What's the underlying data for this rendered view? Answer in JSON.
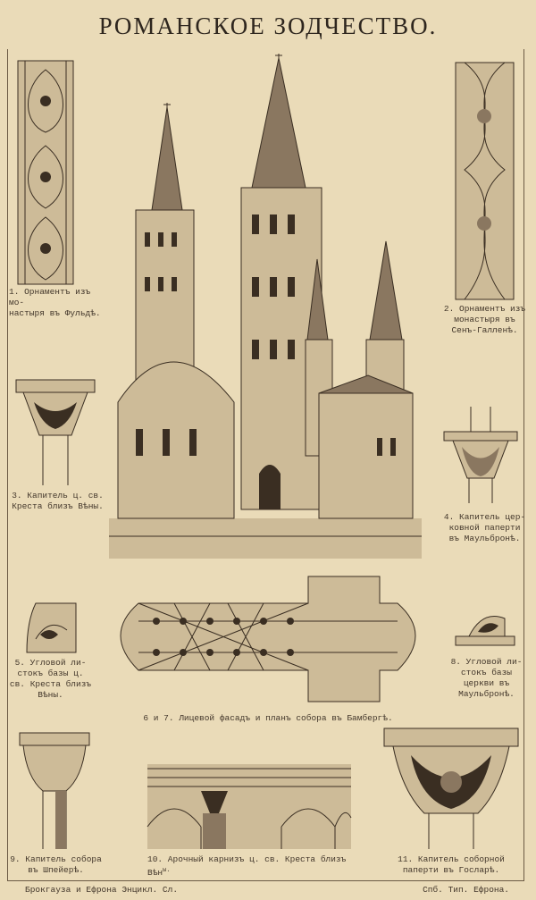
{
  "title": "РОМАНСКОЕ ЗОДЧЕСТВО.",
  "figures": [
    {
      "caption_lines": [
        "1. Орнаментъ изъ мо-",
        "настыря въ Фульдѣ."
      ]
    },
    {
      "caption_lines": [
        "2. Орнаментъ изъ",
        "монастыря въ",
        "Сенъ-Галленѣ."
      ]
    },
    {
      "caption_lines": [
        "3. Капитель ц. св.",
        "Креста близъ Вѣны."
      ]
    },
    {
      "caption_lines": [
        "4. Капитель цер-",
        "ковной паперти",
        "въ Маульбронѣ."
      ]
    },
    {
      "caption_lines": [
        "5. Угловой ли-",
        "стокъ базы ц.",
        "св. Креста близъ",
        "Вѣны."
      ]
    },
    {
      "caption_lines": [
        "6 и 7. Лицевой фасадъ и планъ собора въ Бамбергѣ."
      ]
    },
    {
      "caption_lines": [
        "8. Угловой ли-",
        "стокъ базы",
        "церкви въ",
        "Маульбронѣ."
      ]
    },
    {
      "caption_lines": [
        "9. Капитель собора",
        "въ Шпейерѣ."
      ]
    },
    {
      "caption_lines": [
        "10. Арочный карнизъ ц. св. Креста близъ Вѣн",
        "ы."
      ]
    },
    {
      "caption_lines": [
        "11. Капитель соборной",
        "паперти въ Госларѣ."
      ]
    }
  ],
  "footer": {
    "left": "Брокгауза и Ефрона Энцикл. Сл.",
    "right": "Спб. Тип. Ефрона."
  }
}
